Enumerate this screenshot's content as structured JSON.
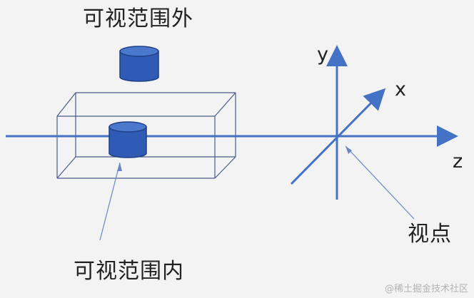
{
  "labels": {
    "outside": "可视范围外",
    "inside": "可视范围内",
    "viewpoint": "视点"
  },
  "axes": {
    "x": "x",
    "y": "y",
    "z": "z"
  },
  "watermark": "@稀土掘金技术社区",
  "colors": {
    "background": "#f3f3f3",
    "axis_line": "#4472c4",
    "cylinder_fill": "#2f5bb5",
    "cylinder_top": "#4a78cc",
    "cylinder_edge": "#1f3f86",
    "frustum_edge": "#4a5a8a",
    "pointer_line": "#6c86c2",
    "text": "#222222",
    "watermark": "#b3b3b3"
  }
}
